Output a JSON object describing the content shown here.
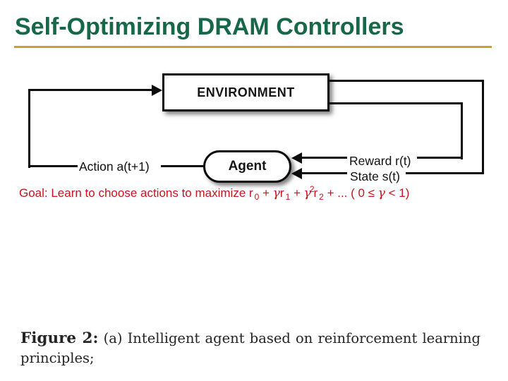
{
  "title": "Self-Optimizing DRAM Controllers",
  "colors": {
    "title_green": "#17684a",
    "underline_gold": "#c7a32e",
    "goal_red": "#c4161c",
    "diagram_black": "#0d0d0d",
    "background": "#ffffff"
  },
  "diagram": {
    "environment_label": "ENVIRONMENT",
    "agent_label": "Agent",
    "action_label": "Action a(t+1)",
    "reward_label": "Reward r(t)",
    "state_label": "State s(t)"
  },
  "goal": {
    "text_prefix": "Goal: Learn to choose actions to maximize r",
    "sub0": "0",
    "plus1": " + ",
    "gamma1": "γ",
    "r1": "r",
    "sub1": "1",
    "plus2": " + ",
    "gamma2": "γ",
    "sup2": "2",
    "r2": "r",
    "sub2": "2",
    "tail": " + ... ( 0 ≤ ",
    "gamma3": "γ",
    "end": " < 1)"
  },
  "caption": {
    "label": "Figure 2:",
    "line1": "(a) Intelligent agent based on reinforcement learning",
    "line2": "principles;"
  }
}
